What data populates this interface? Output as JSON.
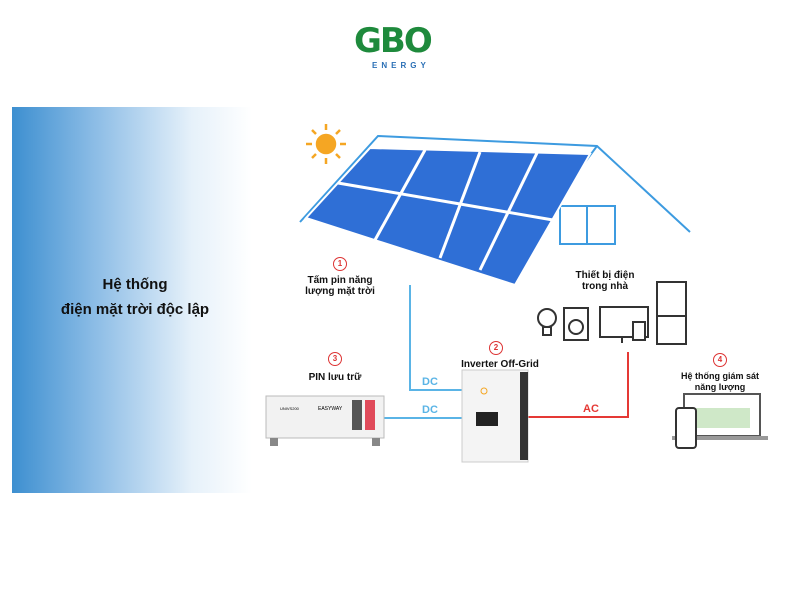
{
  "logo": {
    "main": "GBO",
    "sub": "ENERGY"
  },
  "title": {
    "line1": "Hệ thống",
    "line2": "điện mặt trời độc lập"
  },
  "components": [
    {
      "number": "1",
      "label1": "Tấm pin năng",
      "label2": "lượng mặt trời"
    },
    {
      "number": "2",
      "label1": "Inverter Off-Grid",
      "label2": ""
    },
    {
      "number": "3",
      "label1": "PIN lưu trữ",
      "label2": ""
    },
    {
      "number": "4",
      "label1": "Hệ thống giám sát",
      "label2": "năng lượng"
    }
  ],
  "appliances": {
    "label1": "Thiết bị điện",
    "label2": "trong nhà"
  },
  "wires": {
    "dc1": "DC",
    "dc2": "DC",
    "ac": "AC"
  },
  "battery": {
    "model": "UNIVS200",
    "brand": "EASYWAY"
  },
  "colors": {
    "dc": "#5ab4e6",
    "ac": "#e53935",
    "panel": "#2f6fd6",
    "sun": "#f5a623"
  }
}
